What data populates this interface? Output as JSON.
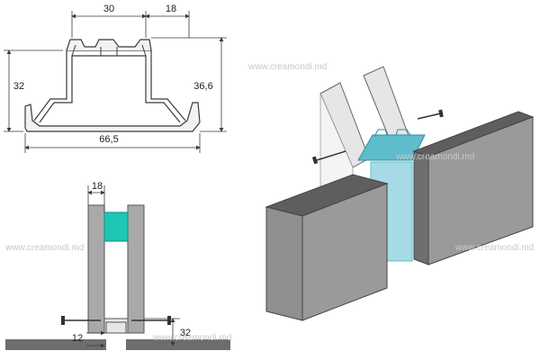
{
  "profile_drawing": {
    "dim_top_left": "30",
    "dim_top_right": "18",
    "dim_left": "32",
    "dim_right": "36,6",
    "dim_bottom": "66,5"
  },
  "section_drawing": {
    "dim_top": "18",
    "dim_bottom_left": "12",
    "dim_bottom_right": "32"
  },
  "watermarks": [
    "www.creamondi.md",
    "www.creamondi.md",
    "www.creamondi.md",
    "www.creamondi.md",
    "www.creamondi.md"
  ],
  "colors": {
    "line": "#3a3a3a",
    "profile_fill": "#f2f2f2",
    "panel_front": "#8f8f8f",
    "panel_top": "#5e5e5e",
    "panel_side": "#6f6f6f",
    "profile_blue": "#a6dbe6",
    "profile_blue_dark": "#5fbccc",
    "teal": "#1ec7b5",
    "pale_board": "#e6e6e6",
    "watermark": "#c8c8c8",
    "gray_board": "#a9a9a9",
    "floor": "#6d6d6d"
  }
}
